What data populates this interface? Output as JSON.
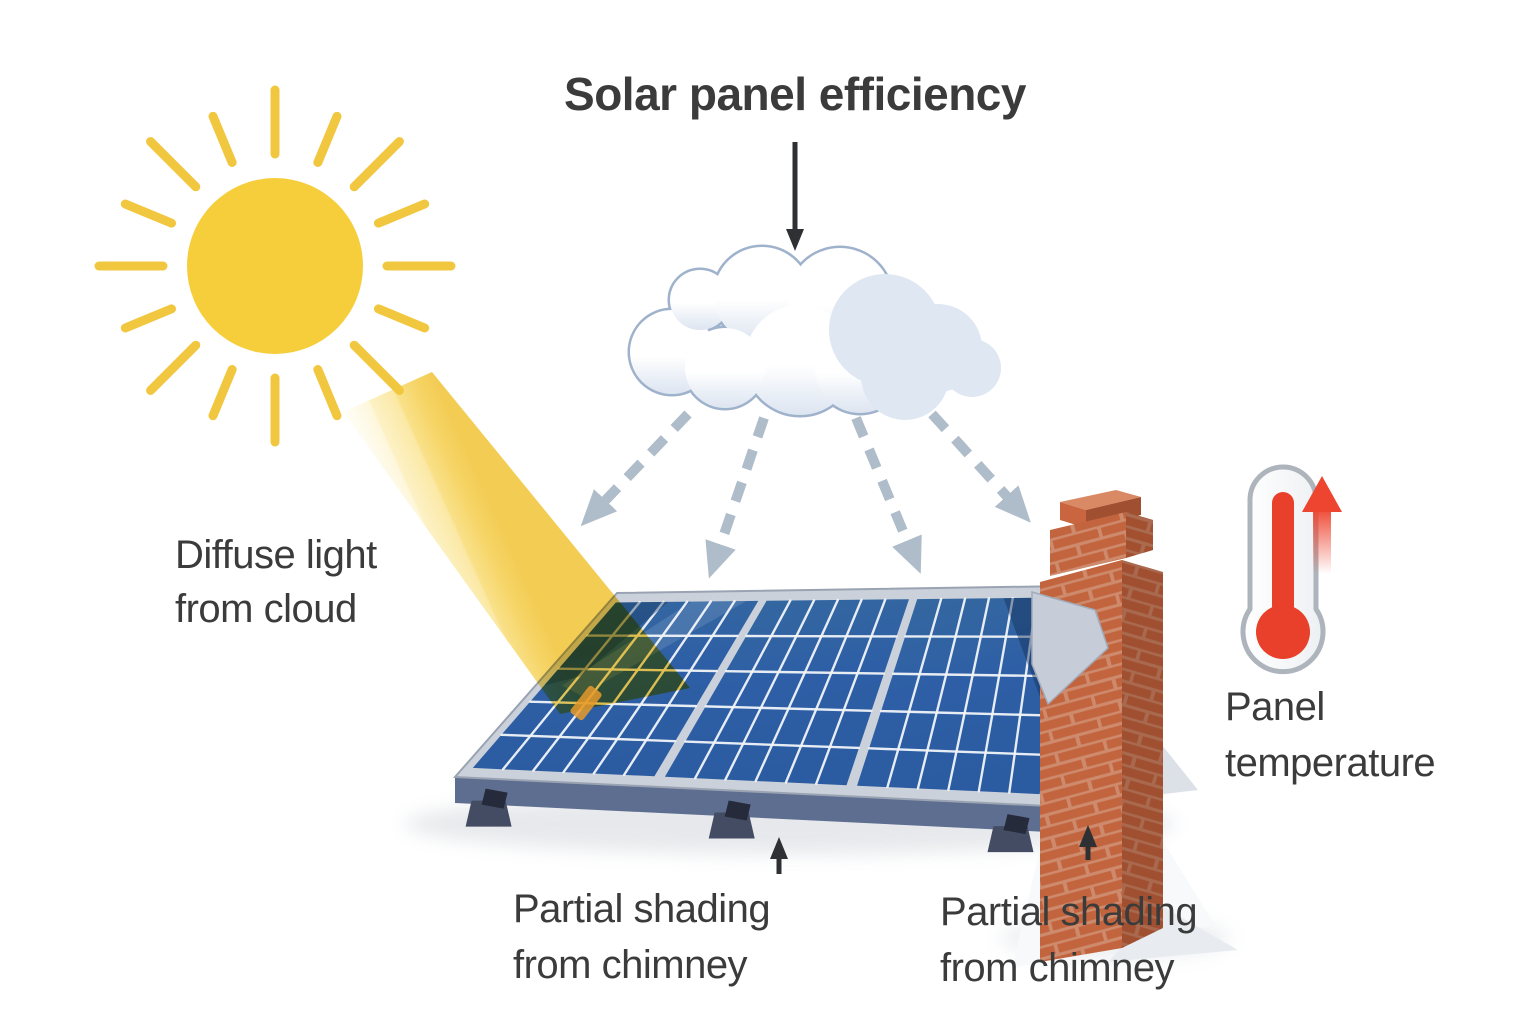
{
  "title": "Solar panel efficiency",
  "labels": {
    "diffuse": {
      "line1": "Diffuse light",
      "line2": "from cloud"
    },
    "panel_temperature": {
      "line1": "Panel",
      "line2": "temperature"
    },
    "shading_left": {
      "line1": "Partial shading",
      "line2": "from chimney"
    },
    "shading_right": {
      "line1": "Partial shading",
      "line2": "from chimney"
    }
  },
  "icons": {
    "sun": "sun-icon",
    "light_beam": "sunbeam",
    "cloud": "cloud-icon",
    "diffuse_arrows": "diffuse-light-arrows",
    "solar_array": "solar-panel-array",
    "chimney": "brick-chimney",
    "thermometer": "thermometer-icon",
    "temperature_rise": "temperature-rise-arrow"
  },
  "colors": {
    "background": "#FFFFFF",
    "text": "#3B3B3B",
    "sun": "#F6CE3B",
    "sun_rays": "#F1C73F",
    "beam_gold": "#F2C94B",
    "cloud_outline": "#9FB2CC",
    "cloud_shade": "#DDE5F1",
    "diffuse_arrow_gray": "#AFBCC9",
    "panel_blue": "#2E5FA6",
    "panel_frame_silver": "#CBD1DB",
    "mount_bar": "#5E6E90",
    "brick": "#C2643E",
    "mortar": "#CE8A6C",
    "thermometer_red": "#E8402A",
    "annotation_arrow": "#2E3033"
  }
}
